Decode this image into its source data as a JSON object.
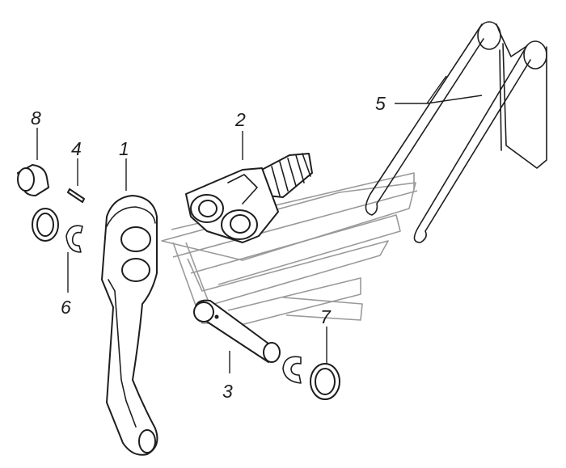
{
  "callouts": [
    {
      "id": "1",
      "label": "1"
    },
    {
      "id": "2",
      "label": "2"
    },
    {
      "id": "3",
      "label": "3"
    },
    {
      "id": "4",
      "label": "4"
    },
    {
      "id": "5",
      "label": "5"
    },
    {
      "id": "6",
      "label": "6"
    },
    {
      "id": "7",
      "label": "7"
    },
    {
      "id": "8",
      "label": "8"
    }
  ],
  "colors": {
    "line": "#1e1e1e",
    "watermark": "#9a9a9a",
    "background": "#ffffff"
  }
}
